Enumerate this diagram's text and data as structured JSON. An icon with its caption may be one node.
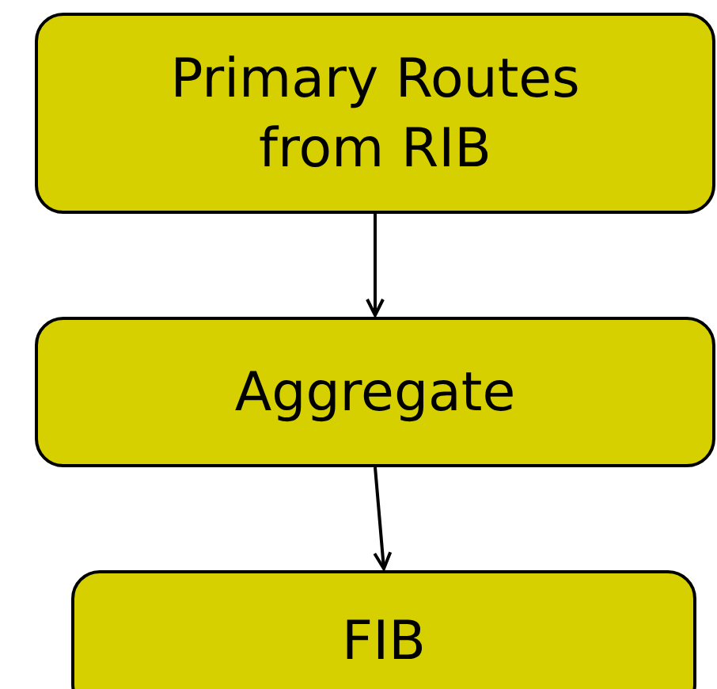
{
  "diagram": {
    "nodes": [
      {
        "text": [
          "Primary Routes from RIB"
        ]
      },
      {
        "text": [
          "Aggregate"
        ]
      },
      {
        "text": [
          "FIB"
        ]
      }
    ],
    "edges": [
      {
        "from": 0,
        "to": 1,
        "arrow": "to"
      },
      {
        "from": 1,
        "to": 2,
        "arrow": "to"
      }
    ]
  }
}
